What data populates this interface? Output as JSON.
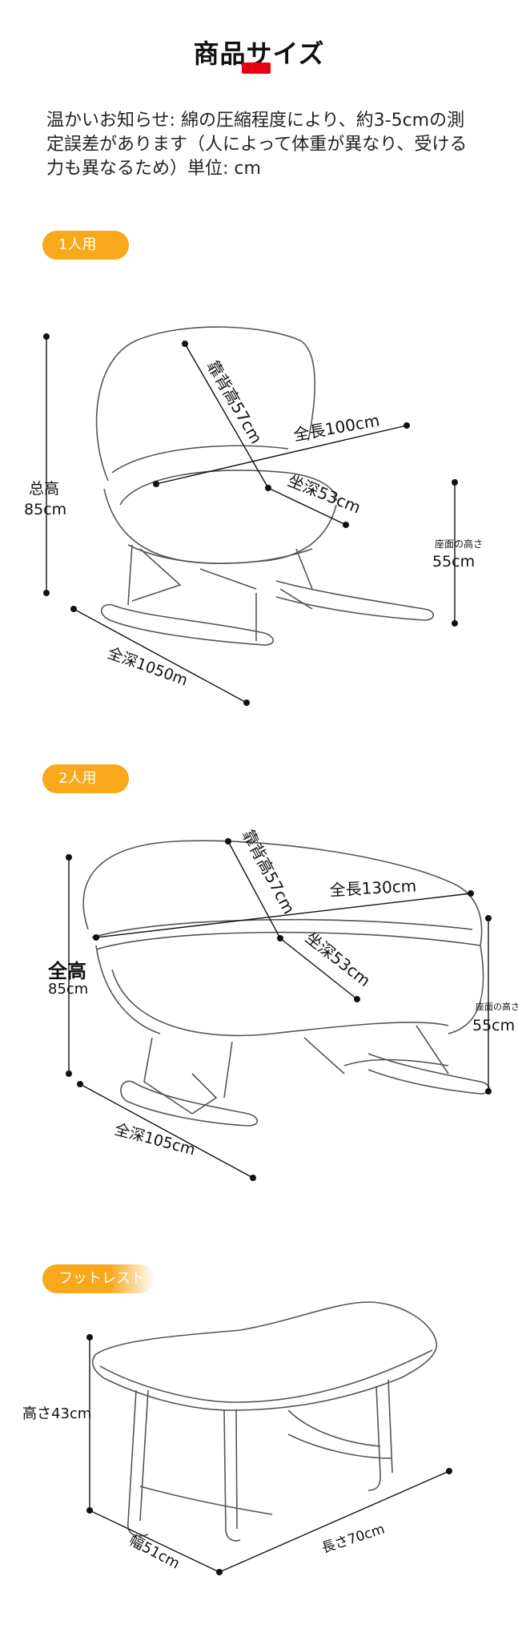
{
  "header": {
    "title": "商品サイズ",
    "notice": "温かいお知らせ: 綿の圧縮程度により、約3-5cmの測定誤差があります（人によって体重が異なり、受ける力も異なるため）単位: cm"
  },
  "sections": [
    {
      "tag": "1人用",
      "labels": {
        "back_height": "靠背高57cm",
        "total_length": "全長100cm",
        "seat_depth": "坐深53cm",
        "total_height_1": "总高",
        "total_height_2": "85cm",
        "seat_height_1": "座面の高さ",
        "seat_height_2": "55cm",
        "total_depth": "全深1050m"
      }
    },
    {
      "tag": "2人用",
      "labels": {
        "back_height": "靠背高57cm",
        "total_length": "全長130cm",
        "seat_depth": "坐深53cm",
        "total_height_1": "全高",
        "total_height_2": "85cm",
        "seat_height_1": "座面の高さ",
        "seat_height_2": "55cm",
        "total_depth": "全深105cm"
      }
    },
    {
      "tag": "フットレスト",
      "labels": {
        "height": "高さ43cm",
        "width": "幅51cm",
        "length": "長さ70cm"
      }
    }
  ],
  "colors": {
    "accent": "#f7a81b",
    "title_bar": "#e60012"
  }
}
